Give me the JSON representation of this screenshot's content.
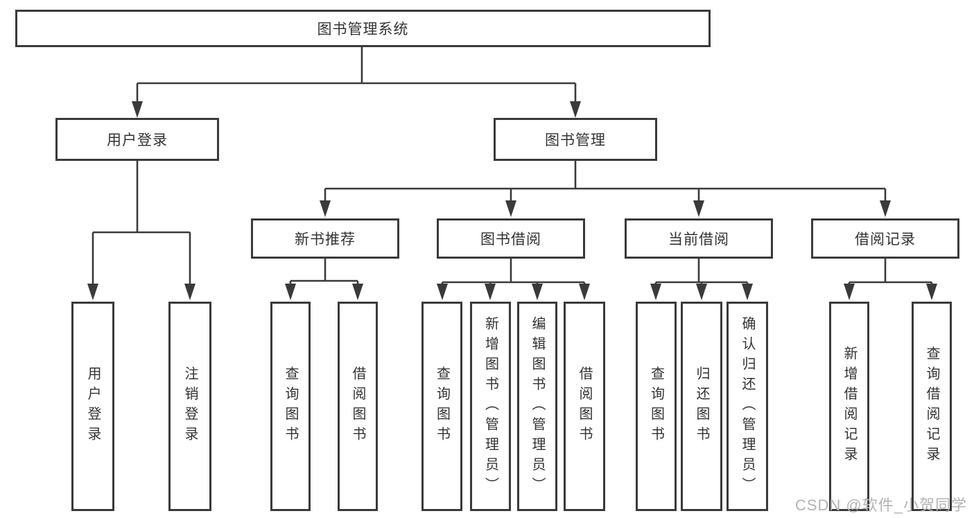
{
  "diagram": {
    "type": "hierarchy-tree",
    "colors": {
      "line": "#3a3a3a",
      "box_border": "#3a3a3a",
      "text": "#333333",
      "background": "#ffffff",
      "watermark": "#b3b3b3"
    },
    "nodes": {
      "root": "图书管理系统",
      "user_login": "用户登录",
      "book_mgmt": "图书管理",
      "new_book_rec": "新书推荐",
      "book_borrow": "图书借阅",
      "current_borrow": "当前借阅",
      "borrow_records": "借阅记录",
      "leaf_user_login": "用户登录",
      "leaf_logout": "注销登录",
      "leaf_nbr_query": "查询图书",
      "leaf_nbr_borrow": "借阅图书",
      "leaf_bb_query": "查询图书",
      "leaf_bb_add": "新增图书（管理员）",
      "leaf_bb_edit": "编辑图书（管理员）",
      "leaf_bb_borrow": "借阅图书",
      "leaf_cb_query": "查询图书",
      "leaf_cb_return": "归还图书",
      "leaf_cb_confirm": "确认归还（管理员）",
      "leaf_br_add": "新增借阅记录",
      "leaf_br_query": "查询借阅记录"
    },
    "edges": [
      [
        "root",
        "user_login"
      ],
      [
        "root",
        "book_mgmt"
      ],
      [
        "user_login",
        "leaf_user_login"
      ],
      [
        "user_login",
        "leaf_logout"
      ],
      [
        "book_mgmt",
        "new_book_rec"
      ],
      [
        "book_mgmt",
        "book_borrow"
      ],
      [
        "book_mgmt",
        "current_borrow"
      ],
      [
        "book_mgmt",
        "borrow_records"
      ],
      [
        "new_book_rec",
        "leaf_nbr_query"
      ],
      [
        "new_book_rec",
        "leaf_nbr_borrow"
      ],
      [
        "book_borrow",
        "leaf_bb_query"
      ],
      [
        "book_borrow",
        "leaf_bb_add"
      ],
      [
        "book_borrow",
        "leaf_bb_edit"
      ],
      [
        "book_borrow",
        "leaf_bb_borrow"
      ],
      [
        "current_borrow",
        "leaf_cb_query"
      ],
      [
        "current_borrow",
        "leaf_cb_return"
      ],
      [
        "current_borrow",
        "leaf_cb_confirm"
      ],
      [
        "borrow_records",
        "leaf_br_add"
      ],
      [
        "borrow_records",
        "leaf_br_query"
      ]
    ]
  },
  "watermark": "CSDN @软件_小贺同学"
}
